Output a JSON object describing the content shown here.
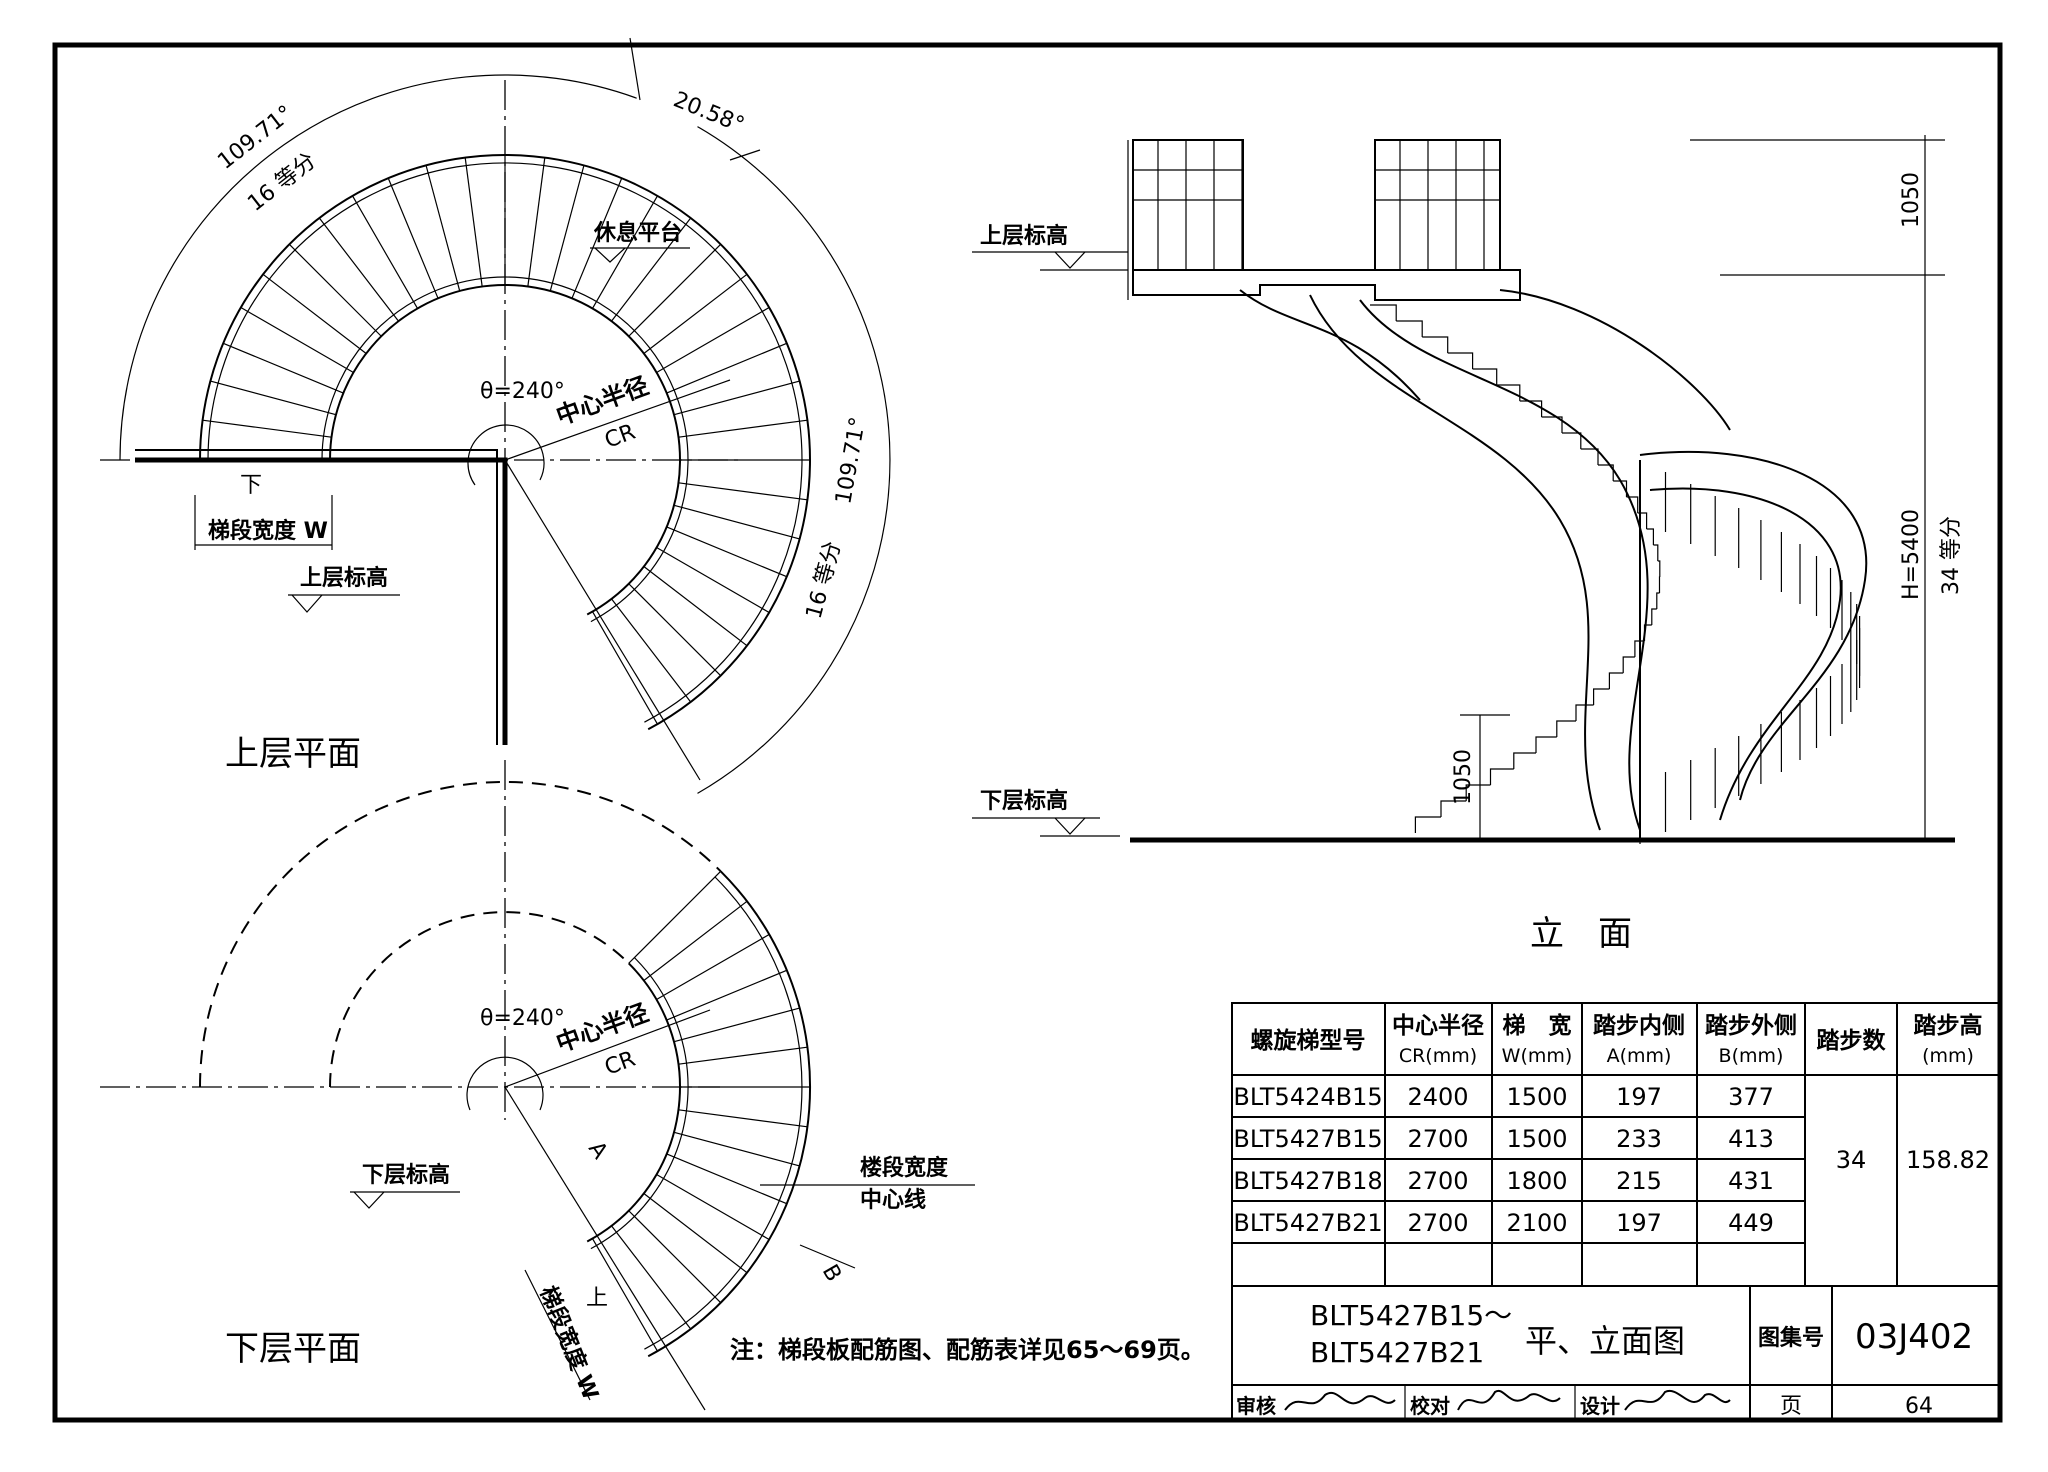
{
  "upper_plan": {
    "title": "上层平面",
    "arc_label_left": "109.71°",
    "arc_label_left_div": "16 等分",
    "arc_label_top": "20.58°",
    "arc_label_right": "109.71°",
    "arc_label_right_div": "16 等分",
    "landing": "休息平台",
    "theta": "θ=240°",
    "center_radius": "中心半径",
    "cr": "CR",
    "down": "下",
    "width_label": "梯段宽度 W",
    "level": "上层标高"
  },
  "lower_plan": {
    "title": "下层平面",
    "theta": "θ=240°",
    "center_radius": "中心半径",
    "cr": "CR",
    "level": "下层标高",
    "a": "A",
    "b": "B",
    "up": "上",
    "width_label": "梯段宽度 W",
    "centerline_1": "楼段宽度",
    "centerline_2": "中心线"
  },
  "elevation": {
    "title": "立　面",
    "upper_level": "上层标高",
    "lower_level": "下层标高",
    "dim_top": "1050",
    "dim_height": "H=5400",
    "dim_div": "34 等分",
    "dim_bottom": "1050"
  },
  "note": "注：梯段板配筋图、配筋表详见65～69页。",
  "table": {
    "headers": [
      [
        "螺旋梯型号",
        ""
      ],
      [
        "中心半径",
        "CR(mm)"
      ],
      [
        "梯　宽",
        "W(mm)"
      ],
      [
        "踏步内侧",
        "A(mm)"
      ],
      [
        "踏步外侧",
        "B(mm)"
      ],
      [
        "踏步数",
        ""
      ],
      [
        "踏步高",
        "(mm)"
      ]
    ],
    "rows": [
      [
        "BLT5424B15",
        "2400",
        "1500",
        "197",
        "377"
      ],
      [
        "BLT5427B15",
        "2700",
        "1500",
        "233",
        "413"
      ],
      [
        "BLT5427B18",
        "2700",
        "1800",
        "215",
        "431"
      ],
      [
        "BLT5427B21",
        "2700",
        "2100",
        "197",
        "449"
      ]
    ],
    "steps": "34",
    "step_height": "158.82"
  },
  "title_block": {
    "name_line1": "BLT5427B15～",
    "name_line2": "BLT5427B21",
    "name_suffix": "平、立面图",
    "atlas_label": "图集号",
    "atlas_no": "03J402",
    "review_label": "审核",
    "check_label": "校对",
    "design_label": "设计",
    "page_label": "页",
    "page_no": "64"
  }
}
